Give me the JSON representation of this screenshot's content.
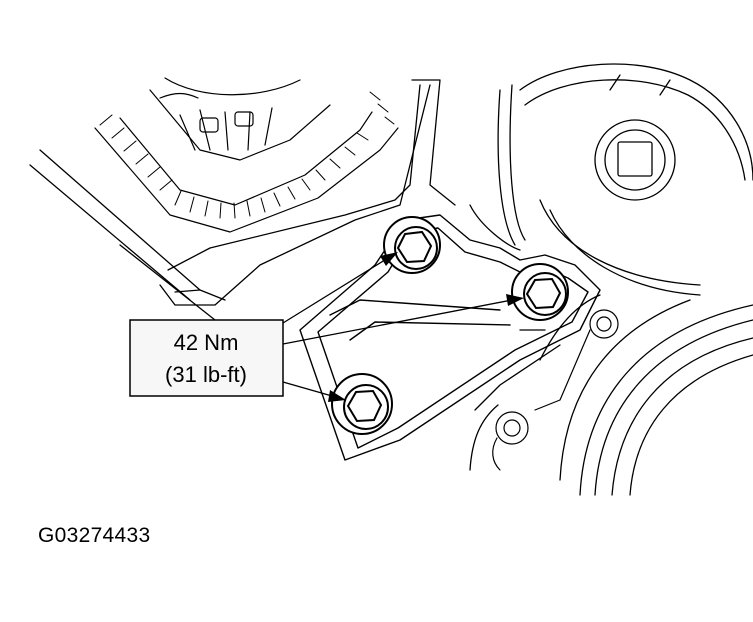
{
  "callout": {
    "torque_nm": "42 Nm",
    "torque_lbft": "(31 lb-ft)"
  },
  "figure_id": "G03274433",
  "colors": {
    "line": "#000000",
    "background": "#ffffff",
    "callout_fill": "#f7f7f7"
  },
  "icons": [
    "bolt-icon",
    "arrow-icon"
  ]
}
